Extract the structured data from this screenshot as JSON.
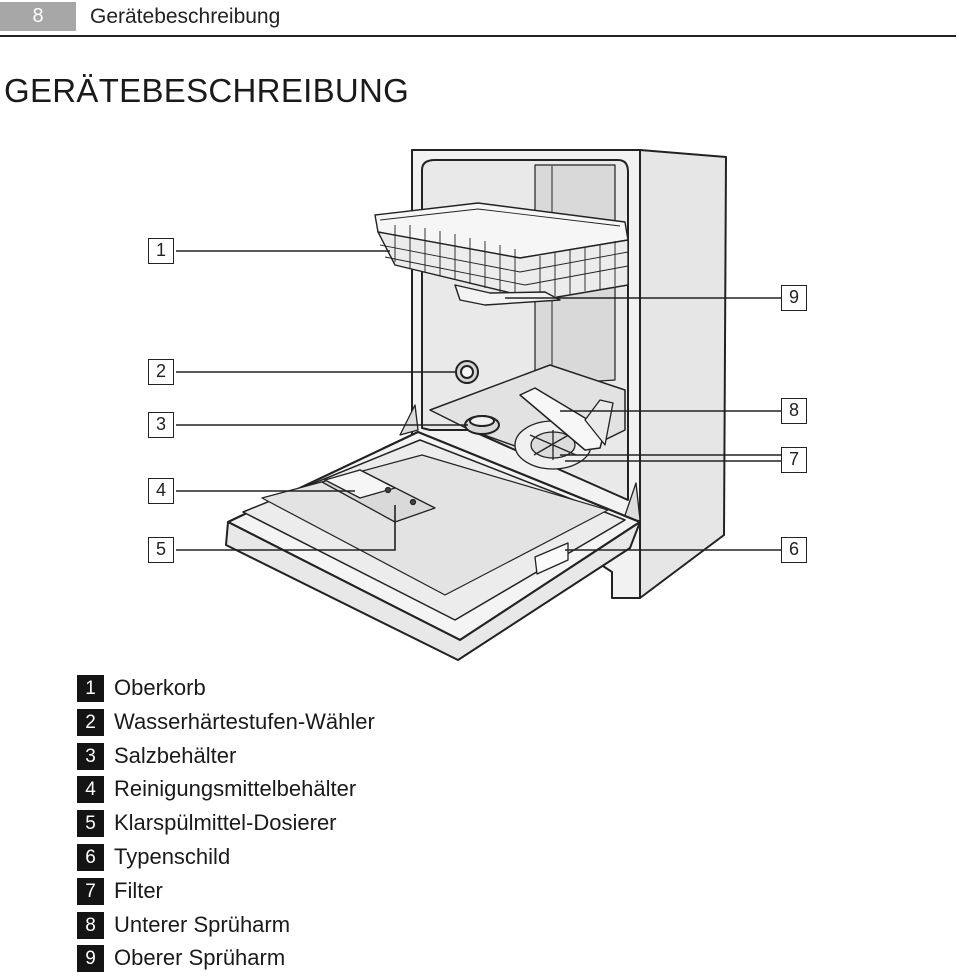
{
  "header": {
    "page_number": "8",
    "section": "Gerätebeschreibung"
  },
  "title": "GERÄTEBESCHREIBUNG",
  "callouts": {
    "c1": "1",
    "c2": "2",
    "c3": "3",
    "c4": "4",
    "c5": "5",
    "c6": "6",
    "c7": "7",
    "c8": "8",
    "c9": "9"
  },
  "legend": [
    {
      "num": "1",
      "label": "Oberkorb"
    },
    {
      "num": "2",
      "label": "Wasserhärtestufen-Wähler"
    },
    {
      "num": "3",
      "label": "Salzbehälter"
    },
    {
      "num": "4",
      "label": "Reinigungsmittelbehälter"
    },
    {
      "num": "5",
      "label": "Klarspülmittel-Dosierer"
    },
    {
      "num": "6",
      "label": "Typenschild"
    },
    {
      "num": "7",
      "label": "Filter"
    },
    {
      "num": "8",
      "label": "Unterer Sprüharm"
    },
    {
      "num": "9",
      "label": "Oberer Sprüharm"
    }
  ]
}
